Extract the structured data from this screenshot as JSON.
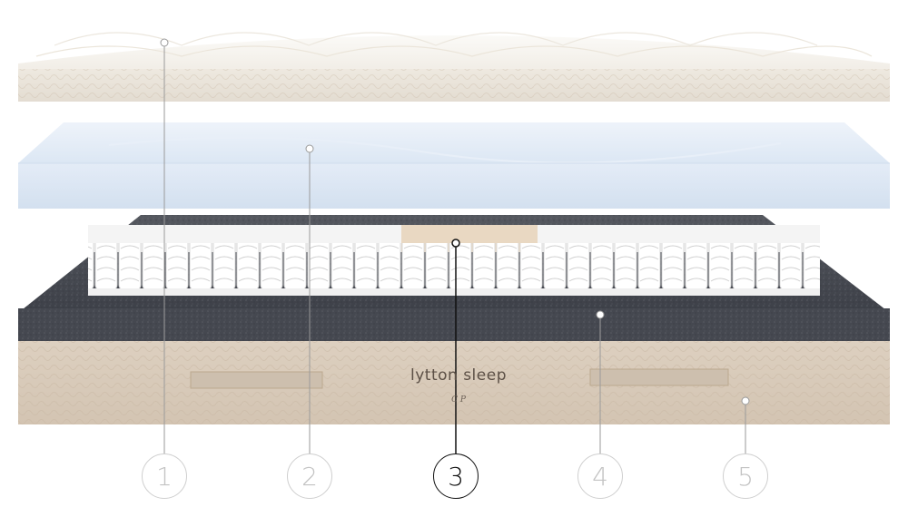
{
  "brand": {
    "name": "lytton sleep",
    "monogram": "C P"
  },
  "layers": [
    {
      "number": "1",
      "active": false
    },
    {
      "number": "2",
      "active": false
    },
    {
      "number": "3",
      "active": true
    },
    {
      "number": "4",
      "active": false
    },
    {
      "number": "5",
      "active": false
    }
  ],
  "colors": {
    "topper": "#f3efe8",
    "comfort_foam": "#dbe6f3",
    "springs": "#ffffff",
    "springs_highlight": "#ecdcc6",
    "base_foam": "#4a4d55",
    "cover": "#d9cbbb",
    "active_callout": "#111111",
    "inactive_callout": "#c3c3c3"
  }
}
